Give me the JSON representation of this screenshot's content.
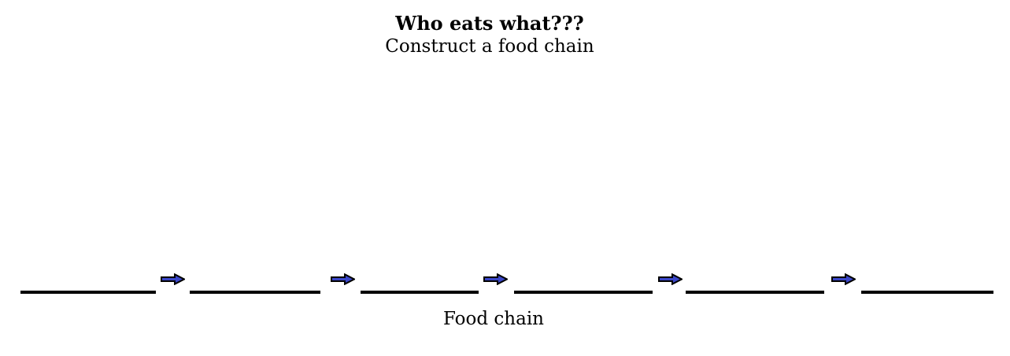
{
  "header": {
    "title": "Who eats what???",
    "subtitle": "Construct a food chain"
  },
  "food_chain": {
    "label": "Food chain",
    "blanks_count": 6,
    "arrows_count": 5,
    "arrow_icon": "right-block-arrow",
    "colors": {
      "arrow_fill": "#3A46C8",
      "arrow_outline": "#000000",
      "blank_line": "#000000",
      "text": "#000000",
      "background": "#FFFFFF"
    }
  }
}
